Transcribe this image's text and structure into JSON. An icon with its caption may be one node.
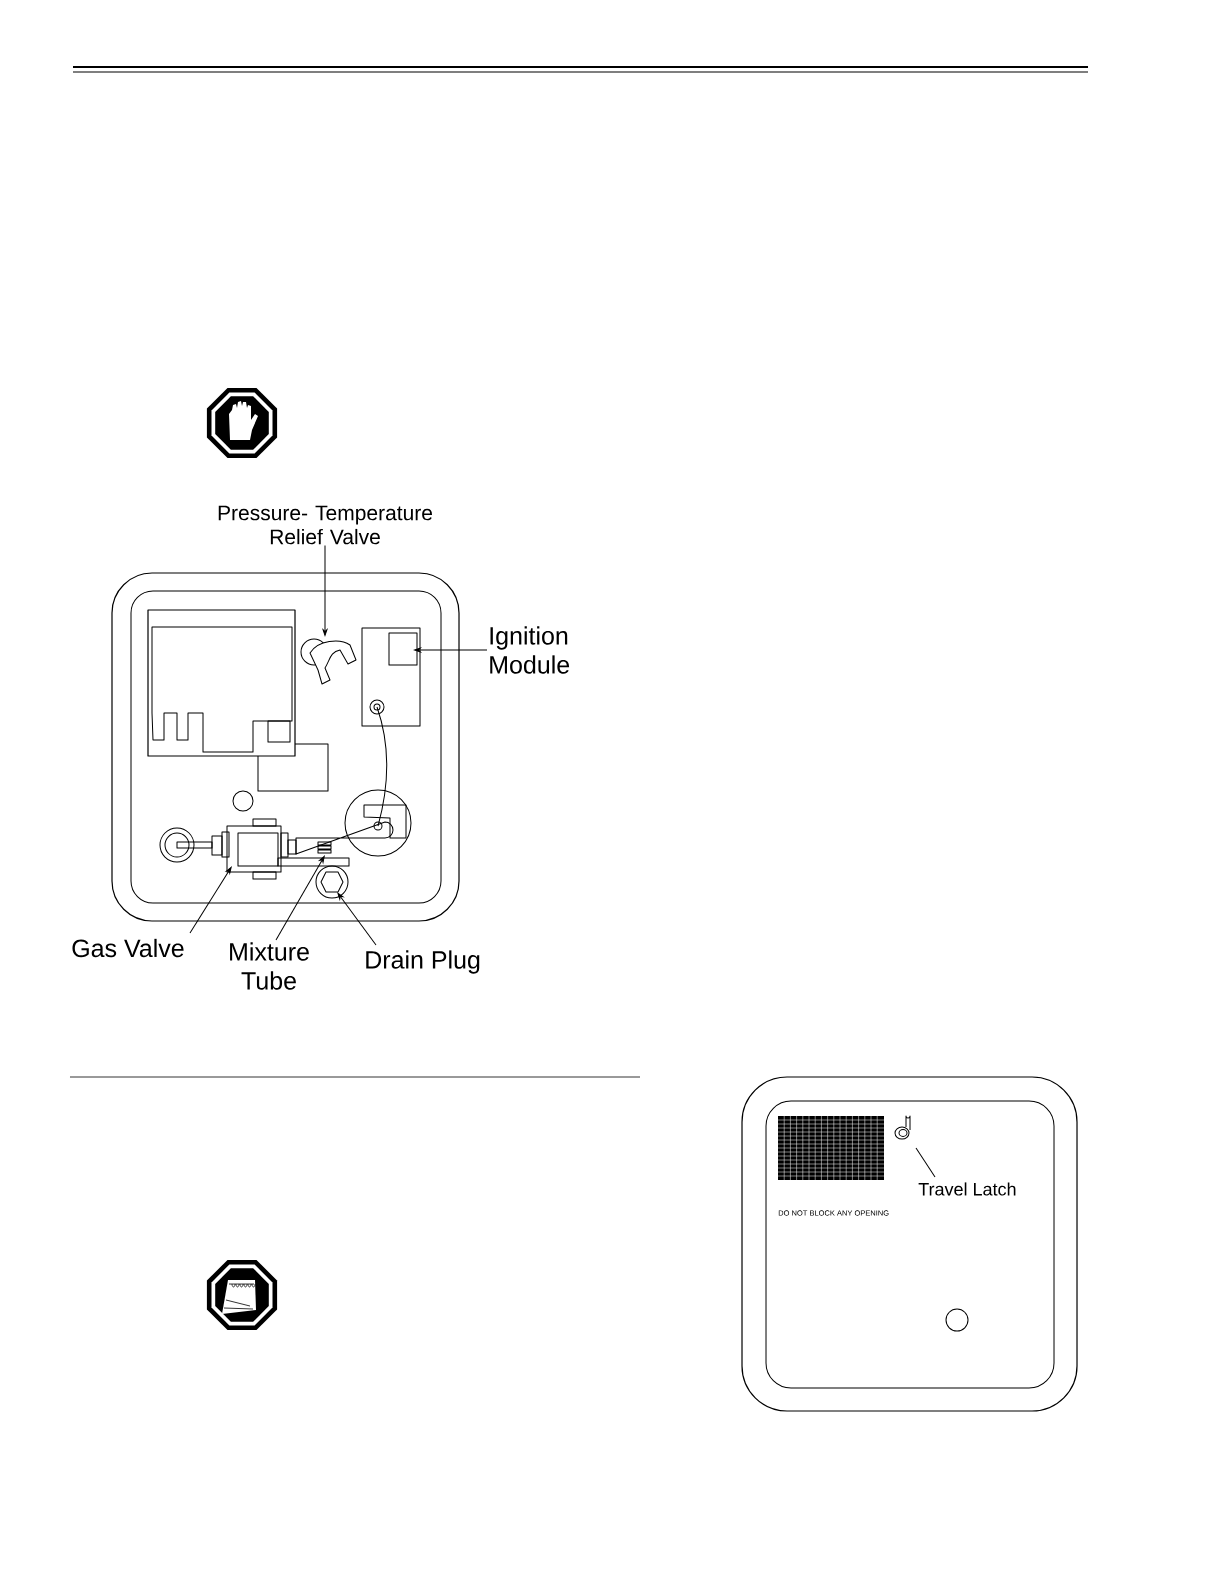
{
  "diagram": {
    "nodes": [
      {
        "text": [
          "Pressure- Temperature Relief Valve"
        ]
      },
      {
        "text": [
          "Ignition Module"
        ]
      },
      {
        "text": [
          "Gas Valve"
        ]
      },
      {
        "text": [
          "Mixture Tube"
        ]
      },
      {
        "text": [
          "Drain Plug"
        ]
      },
      {
        "text": [
          "Travel Latch"
        ]
      }
    ],
    "edges": [
      {
        "from": 0,
        "to": null,
        "arrow": "to"
      },
      {
        "from": 1,
        "to": null,
        "arrow": "to"
      },
      {
        "from": 2,
        "to": null,
        "arrow": "to"
      },
      {
        "from": 3,
        "to": null,
        "arrow": "to"
      },
      {
        "from": 4,
        "to": null,
        "arrow": "to"
      },
      {
        "from": 5,
        "to": null,
        "arrow": "none"
      }
    ],
    "labels": [
      "DO NOT BLOCK ANY OPENING"
    ]
  }
}
